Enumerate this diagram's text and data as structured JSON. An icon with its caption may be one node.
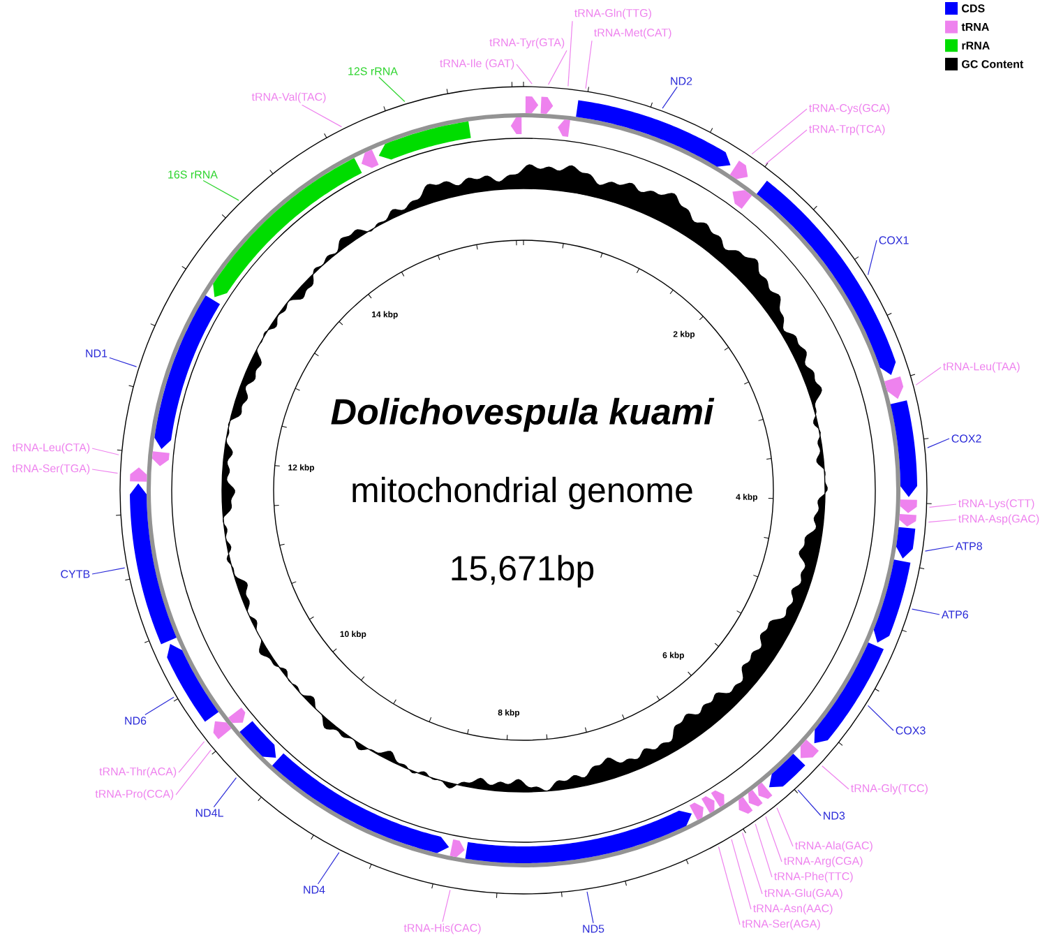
{
  "diagram": {
    "nodes": [
      {
        "text": [
          "tRNA-Gln(TTG)"
        ]
      },
      {
        "text": [
          "tRNA-Ile (GAT)"
        ]
      },
      {
        "text": [
          "tRNA-Tyr(GTA)"
        ]
      },
      {
        "text": [
          "tRNA-Met(CAT)"
        ]
      },
      {
        "text": [
          "ND2"
        ]
      },
      {
        "text": [
          "tRNA-Cys(GCA)"
        ]
      },
      {
        "text": [
          "tRNA-Trp(TCA)"
        ]
      },
      {
        "text": [
          "COX1"
        ]
      },
      {
        "text": [
          "tRNA-Leu(TAA)"
        ]
      },
      {
        "text": [
          "COX2"
        ]
      },
      {
        "text": [
          "tRNA-Lys(CTT)"
        ]
      },
      {
        "text": [
          "tRNA-Asp(GAC)"
        ]
      },
      {
        "text": [
          "ATP8"
        ]
      },
      {
        "text": [
          "ATP6"
        ]
      },
      {
        "text": [
          "COX3"
        ]
      },
      {
        "text": [
          "tRNA-Gly(TCC)"
        ]
      },
      {
        "text": [
          "ND3"
        ]
      },
      {
        "text": [
          "tRNA-Ala(GAC)"
        ]
      },
      {
        "text": [
          "tRNA-Arg(CGA)"
        ]
      },
      {
        "text": [
          "tRNA-Phe(TTC)"
        ]
      },
      {
        "text": [
          "tRNA-Glu(GAA)"
        ]
      },
      {
        "text": [
          "tRNA-Asn(AAC)"
        ]
      },
      {
        "text": [
          "tRNA-Ser(AGA)"
        ]
      },
      {
        "text": [
          "ND5"
        ]
      },
      {
        "text": [
          "tRNA-His(CAC)"
        ]
      },
      {
        "text": [
          "ND4"
        ]
      },
      {
        "text": [
          "ND4L"
        ]
      },
      {
        "text": [
          "tRNA-Thr(ACA)"
        ]
      },
      {
        "text": [
          "tRNA-Pro(CCA)"
        ]
      },
      {
        "text": [
          "ND6"
        ]
      },
      {
        "text": [
          "CYTB"
        ]
      },
      {
        "text": [
          "tRNA-Ser(TGA)"
        ]
      },
      {
        "text": [
          "tRNA-Leu(CTA)"
        ]
      },
      {
        "text": [
          "ND1"
        ]
      },
      {
        "text": [
          "16S rRNA"
        ]
      },
      {
        "text": [
          "tRNA-Val(TAC)"
        ]
      },
      {
        "text": [
          "12S rRNA"
        ]
      }
    ],
    "edges": [
      {
        "from": 0,
        "to": null,
        "arrow": "none"
      },
      {
        "from": 1,
        "to": null,
        "arrow": "none"
      },
      {
        "from": 2,
        "to": null,
        "arrow": "none"
      },
      {
        "from": 3,
        "to": null,
        "arrow": "none"
      },
      {
        "from": 4,
        "to": null,
        "arrow": "none",
        "color": "#2a2ad8"
      },
      {
        "from": 5,
        "to": null,
        "arrow": "none"
      },
      {
        "from": 6,
        "to": null,
        "arrow": "none"
      },
      {
        "from": 7,
        "to": null,
        "arrow": "none",
        "color": "#2a2ad8"
      },
      {
        "from": 8,
        "to": null,
        "arrow": "none"
      },
      {
        "from": 9,
        "to": null,
        "arrow": "none",
        "color": "#2a2ad8"
      },
      {
        "from": 10,
        "to": null,
        "arrow": "none"
      },
      {
        "from": 11,
        "to": null,
        "arrow": "none"
      },
      {
        "from": 12,
        "to": null,
        "arrow": "none",
        "color": "#2a2ad8"
      },
      {
        "from": 13,
        "to": null,
        "arrow": "none",
        "color": "#2a2ad8"
      },
      {
        "from": 14,
        "to": null,
        "arrow": "none",
        "color": "#2a2ad8"
      },
      {
        "from": 15,
        "to": null,
        "arrow": "none"
      },
      {
        "from": 16,
        "to": null,
        "arrow": "none",
        "color": "#2a2ad8"
      },
      {
        "from": 17,
        "to": null,
        "arrow": "none"
      },
      {
        "from": 18,
        "to": null,
        "arrow": "none"
      },
      {
        "from": 19,
        "to": null,
        "arrow": "none"
      },
      {
        "from": 20,
        "to": null,
        "arrow": "none"
      },
      {
        "from": 21,
        "to": null,
        "arrow": "none"
      },
      {
        "from": 22,
        "to": null,
        "arrow": "none"
      },
      {
        "from": 23,
        "to": null,
        "arrow": "none",
        "color": "#2a2ad8"
      },
      {
        "from": 24,
        "to": null,
        "arrow": "none"
      },
      {
        "from": 25,
        "to": null,
        "arrow": "none",
        "color": "#2a2ad8"
      },
      {
        "from": 26,
        "to": null,
        "arrow": "none",
        "color": "#2a2ad8"
      },
      {
        "from": 27,
        "to": null,
        "arrow": "none"
      },
      {
        "from": 28,
        "to": null,
        "arrow": "none"
      },
      {
        "from": 29,
        "to": null,
        "arrow": "none",
        "color": "#2a2ad8"
      },
      {
        "from": 30,
        "to": null,
        "arrow": "none",
        "color": "#2a2ad8"
      },
      {
        "from": 31,
        "to": null,
        "arrow": "none"
      },
      {
        "from": 32,
        "to": null,
        "arrow": "none"
      },
      {
        "from": 33,
        "to": null,
        "arrow": "none",
        "color": "#2a2ad8"
      },
      {
        "from": 34,
        "to": null,
        "arrow": "none",
        "color": "#2ed42e"
      },
      {
        "from": 35,
        "to": null,
        "arrow": "none"
      },
      {
        "from": 36,
        "to": null,
        "arrow": "none",
        "color": "#2ed42e"
      }
    ],
    "labels": [
      "Dolichovespula kuami",
      "mitochondrial genome",
      "15,671bp",
      "2 kbp",
      "4 kbp",
      "6 kbp",
      "8 kbp",
      "10 kbp",
      "12 kbp",
      "14 kbp"
    ],
    "legend": [
      {
        "text": "CDS",
        "color": "#0000ff"
      },
      {
        "text": "tRNA",
        "color": "#ee82ee"
      },
      {
        "text": "rRNA",
        "color": "#00dd00"
      },
      {
        "text": "GC Content",
        "color": "#000000"
      }
    ]
  }
}
